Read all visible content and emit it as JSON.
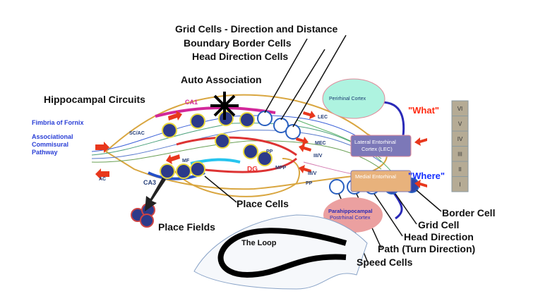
{
  "title": "Hippocampal Circuits",
  "labels": {
    "grid_cells_dir": "Grid Cells - Direction and Distance",
    "boundary_border": "Boundary Border Cells",
    "head_direction_cells": "Head Direction Cells",
    "auto_association": "Auto Association",
    "fimbria": "Fimbria of Fornix",
    "assoc1": "Associational",
    "assoc2": "Commisural",
    "assoc3": "Pathway",
    "ac": "AC",
    "scac": "SC/AC",
    "ca1": "CA1",
    "ca3": "CA3",
    "mf": "MF",
    "dg": "DG",
    "pp1": "PP",
    "mpp": "MPP",
    "lec": "LEC",
    "mec": "MEC",
    "iiv1": "III/V",
    "iiv2": "III/V",
    "pp2": "PP",
    "place_cells": "Place Cells",
    "place_fields": "Place Fields",
    "the_loop": "The Loop",
    "perirhinal": "Perirhinal Cortex",
    "lec_box1": "Lateral Entorhinal",
    "lec_box2": "Cortex (LEC)",
    "mec_box": "Medial Entorhinal",
    "parahippo1": "Parahippocampal",
    "parahippo2": "Postrhinal Cortex",
    "what": "\"What\"",
    "where": "\"Where\"",
    "border_cell": "Border Cell",
    "grid_cell": "Grid Cell",
    "head_direction": "Head Direction",
    "path_turn": "Path (Turn Direction)",
    "speed_cells": "Speed Cells"
  },
  "layers": [
    "VI",
    "V",
    "IV",
    "III",
    "II",
    "I"
  ],
  "colors": {
    "what": "#ff2a10",
    "where": "#1630ff",
    "arrow": "#e8371c",
    "perirhinal": "#aef3e0",
    "lec": "#7c78b8",
    "mec": "#e8b27c",
    "parahippo": "#eba0a0",
    "layerbox": "#b5ab95"
  }
}
